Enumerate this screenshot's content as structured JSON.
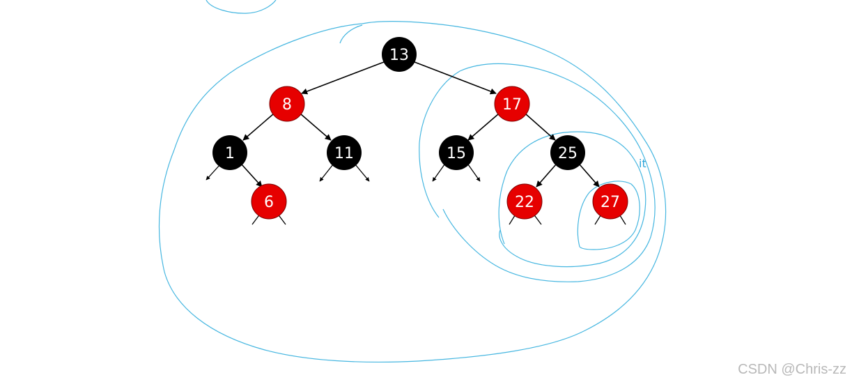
{
  "tree": {
    "nodes": [
      {
        "id": "13",
        "label": "13",
        "color": "black"
      },
      {
        "id": "8",
        "label": "8",
        "color": "red"
      },
      {
        "id": "17",
        "label": "17",
        "color": "red"
      },
      {
        "id": "1",
        "label": "1",
        "color": "black"
      },
      {
        "id": "11",
        "label": "11",
        "color": "black"
      },
      {
        "id": "6",
        "label": "6",
        "color": "red"
      },
      {
        "id": "15",
        "label": "15",
        "color": "black"
      },
      {
        "id": "25",
        "label": "25",
        "color": "black"
      },
      {
        "id": "22",
        "label": "22",
        "color": "red"
      },
      {
        "id": "27",
        "label": "27",
        "color": "red"
      }
    ],
    "edges": [
      {
        "from": "13",
        "to": "8"
      },
      {
        "from": "13",
        "to": "17"
      },
      {
        "from": "8",
        "to": "1"
      },
      {
        "from": "8",
        "to": "11"
      },
      {
        "from": "1",
        "to": "6"
      },
      {
        "from": "17",
        "to": "15"
      },
      {
        "from": "17",
        "to": "25"
      },
      {
        "from": "25",
        "to": "22"
      },
      {
        "from": "25",
        "to": "27"
      }
    ],
    "node_colors": {
      "black": "#000000",
      "red": "#e60000"
    }
  },
  "annotation": {
    "text": "it"
  },
  "watermark": {
    "text": "CSDN @Chris-zz"
  }
}
